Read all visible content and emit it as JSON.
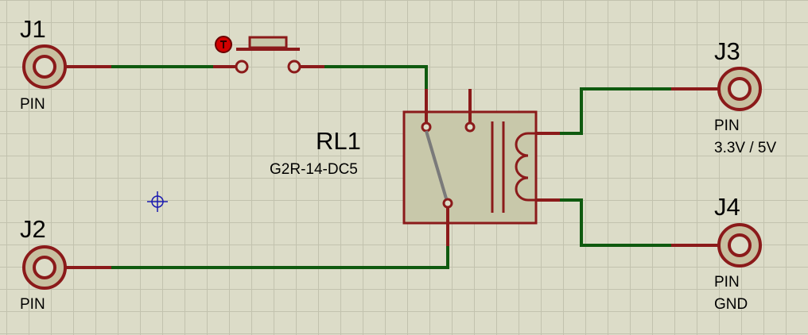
{
  "schematic": {
    "connectors": [
      {
        "ref": "J1",
        "value": "PIN",
        "note": ""
      },
      {
        "ref": "J2",
        "value": "PIN",
        "note": ""
      },
      {
        "ref": "J3",
        "value": "PIN",
        "note": "3.3V / 5V"
      },
      {
        "ref": "J4",
        "value": "PIN",
        "note": "GND"
      }
    ],
    "relay": {
      "ref": "RL1",
      "part": "G2R-14-DC5"
    },
    "colors": {
      "wire": "#0f5a0f",
      "pin": "#8b1a1a",
      "component_body": "#c8c8aa",
      "component_outline": "#8b1a1a",
      "pad": "#c8c0a0",
      "marker": "#1a1ab0",
      "button_indicator": "#d00000"
    }
  }
}
